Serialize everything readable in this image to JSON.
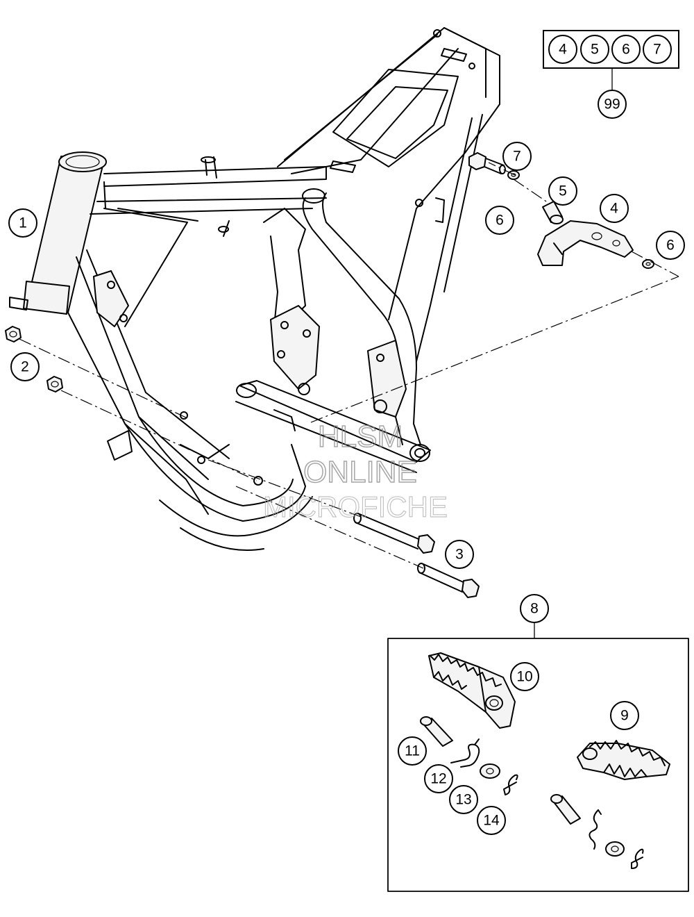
{
  "watermark": {
    "line1": "HLSM",
    "line2": "ONLINE",
    "line3": "MICROFICHE"
  },
  "callouts": {
    "c1": "1",
    "c2": "2",
    "c3": "3",
    "c4": "4",
    "c5": "5",
    "c6a": "6",
    "c6b": "6",
    "c7": "7",
    "c8": "8",
    "c9": "9",
    "c10": "10",
    "c11": "11",
    "c12": "12",
    "c13": "13",
    "c14": "14",
    "c99": "99"
  },
  "kit_box": {
    "items": [
      "4",
      "5",
      "6",
      "7"
    ]
  }
}
